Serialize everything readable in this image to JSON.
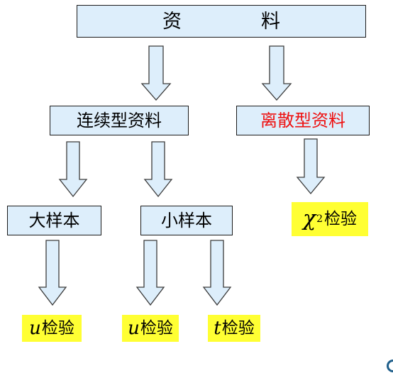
{
  "top_box": {
    "left": "资",
    "right": "料"
  },
  "continuous_box": "连续型资料",
  "discrete_box": {
    "text": "离散型资料",
    "color": "#ee1111"
  },
  "large_sample_box": "大样本",
  "small_sample_box": "小样本",
  "chi_test": {
    "symbol": "χ",
    "superscript": "2",
    "label": "检验"
  },
  "u_test_large": {
    "symbol": "u",
    "label": "检验"
  },
  "u_test_small": {
    "symbol": "u",
    "label": "检验"
  },
  "t_test_small": {
    "symbol": "t",
    "label": "检验"
  },
  "colors": {
    "box_fill": "#ddeefb",
    "highlight": "#ffff33",
    "arrow_fill": "#ddeefb"
  }
}
